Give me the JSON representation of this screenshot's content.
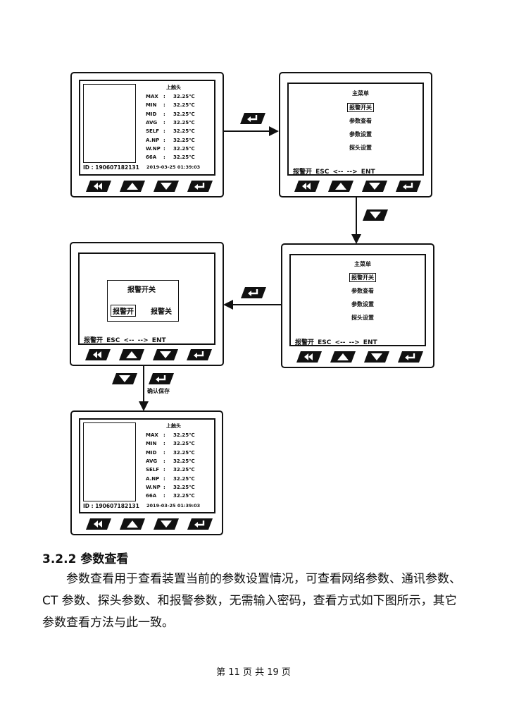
{
  "probe_screen": {
    "title": "上触头",
    "rows": [
      {
        "label": "MAX",
        "sep": ":",
        "value": "32.25℃"
      },
      {
        "label": "MIN",
        "sep": ":",
        "value": "32.25℃"
      },
      {
        "label": "MID",
        "sep": ":",
        "value": "32.25℃"
      },
      {
        "label": "AVG",
        "sep": ":",
        "value": "32.25℃"
      },
      {
        "label": "SELF",
        "sep": ":",
        "value": "32.25℃"
      },
      {
        "label": "A.NP",
        "sep": ":",
        "value": "32.25℃"
      },
      {
        "label": "W.NP",
        "sep": ":",
        "value": "32.25℃"
      },
      {
        "label": "66A",
        "sep": ":",
        "value": "32.25℃"
      }
    ],
    "id_text": "ID : 190607182131",
    "datetime": "2019-03-25   01:39:03"
  },
  "main_menu": {
    "title": "主菜单",
    "items": [
      "报警开关",
      "参数查看",
      "参数设置",
      "探头设置"
    ]
  },
  "status_bar": "报警开 ESC <-- --> ENT",
  "alarm_dialog": {
    "title": "报警开关",
    "option_on": "报警开",
    "option_off": "报警关"
  },
  "flow_note": "确认保存",
  "section": {
    "heading": "3.2.2 参数查看",
    "paragraph": "参数查看用于查看装置当前的参数设置情况，可查看网络参数、通讯参数、CT 参数、探头参数、和报警参数，无需输入密码，查看方式如下图所示，其它参数查看方法与此一致。"
  },
  "footer": "第 11 页 共 19 页",
  "icons": [
    "back-icon",
    "up-icon",
    "down-icon",
    "enter-icon"
  ]
}
